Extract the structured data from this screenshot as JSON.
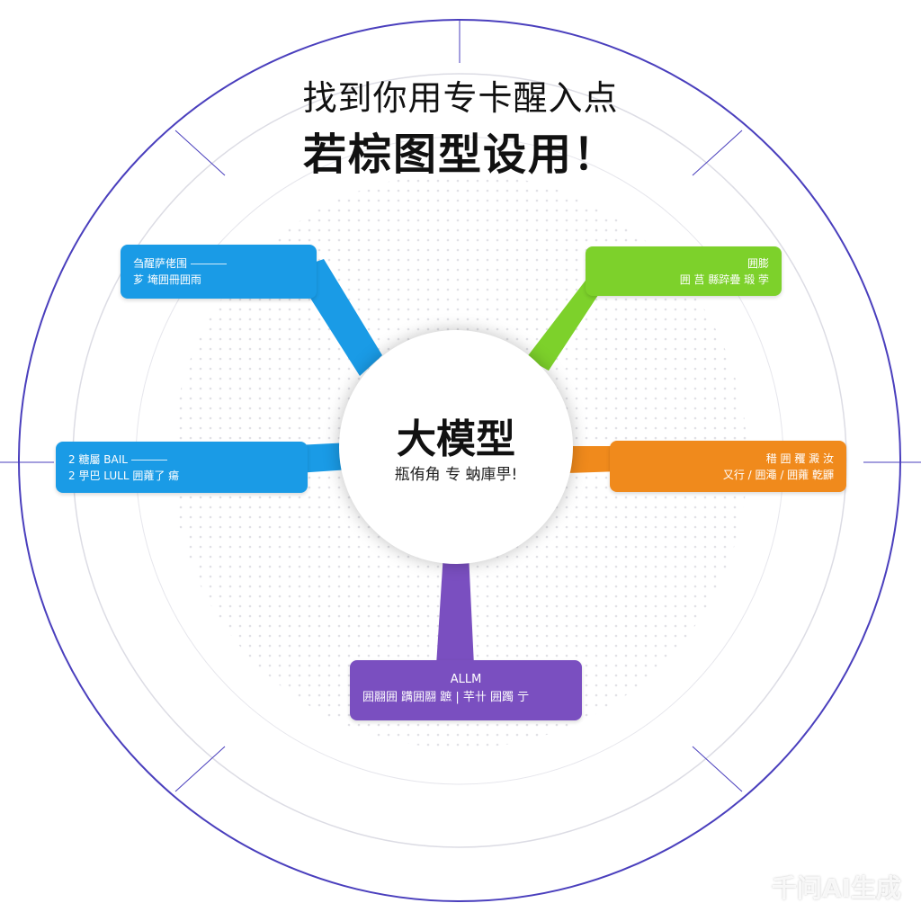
{
  "title": {
    "line1": "找到你用专卡醒入点",
    "line2": "若棕图型设用！"
  },
  "center": {
    "title": "大模型",
    "subtitle": "瓶侑角 专 蚋庫甼!"
  },
  "branches": {
    "top_left": {
      "color": "#1a9be6",
      "line1": "刍醒萨佬围",
      "line2": "芗 埯囲冊囲雨"
    },
    "middle_left": {
      "color": "#1a9be6",
      "line1": "2  糖屬 BAIL",
      "line2": "2  甼巴 LULL 囲蕹了 瘍"
    },
    "top_right": {
      "color": "#7dd12b",
      "line1": "囲膨",
      "line2": "囲 莒 縣踤疊 瑖 茡"
    },
    "middle_right": {
      "color": "#f08a1c",
      "line1": "稓 囲 矡 澱 汝",
      "line2": "又行 / 囲澠 / 囲蕹 亁鼲"
    },
    "bottom": {
      "color": "#7a4fc0",
      "line1": "ALLM",
      "line2": "囲翮囲 蹒囲翮 蹠 |  芉卄 囲躅 亍"
    }
  },
  "watermark": "千问AI生成"
}
